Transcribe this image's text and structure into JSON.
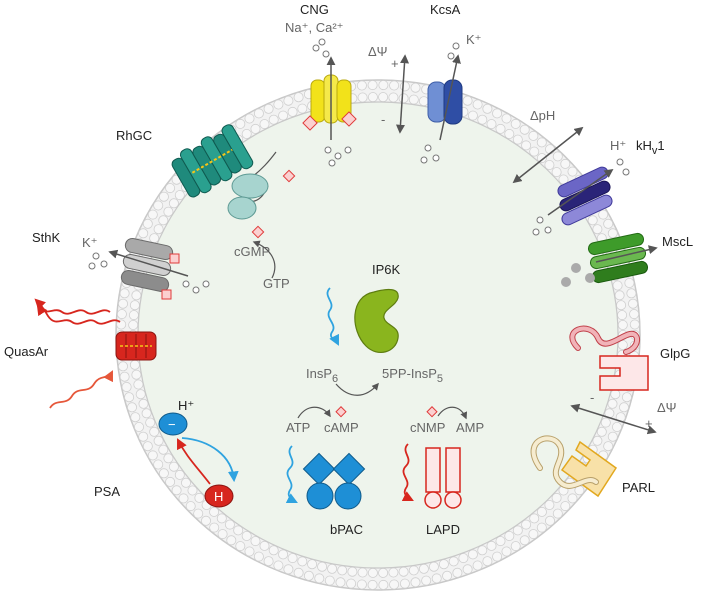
{
  "channels": {
    "cng": {
      "name": "CNG",
      "ions": "Na⁺, Ca²⁺"
    },
    "kcsa": {
      "name": "KcsA",
      "ion": "K⁺"
    },
    "khv1": {
      "name": "kH",
      "sub": "v",
      "suffix": "1",
      "ion": "H⁺"
    },
    "mscl": {
      "name": "MscL"
    },
    "sthk": {
      "name": "SthK",
      "ion": "K⁺"
    }
  },
  "enzymes": {
    "rhgc": {
      "name": "RhGC"
    },
    "ip6k": {
      "name": "IP6K"
    },
    "glpg": {
      "name": "GlpG"
    },
    "parl": {
      "name": "PARL"
    },
    "bpac": {
      "name": "bPAC"
    },
    "lapd": {
      "name": "LAPD"
    }
  },
  "pumps": {
    "quasar": {
      "name": "QuasAr"
    },
    "psa": {
      "name": "PSA",
      "ion": "H⁺",
      "minus": "−",
      "h_mark": "H"
    }
  },
  "gradients": {
    "dpsi_top": {
      "label": "ΔΨ",
      "plus": "+",
      "minus": "-"
    },
    "dph": {
      "label": "ΔpH"
    },
    "dpsi_right": {
      "label": "ΔΨ",
      "plus": "+",
      "minus": "-"
    }
  },
  "reactions": {
    "cgmp": "cGMP",
    "gtp": "GTP",
    "insp6": {
      "base": "InsP",
      "sub": "6"
    },
    "pp_insp5": {
      "base": "5PP-InsP",
      "sub": "5"
    },
    "atp": "ATP",
    "camp": "cAMP",
    "cnmp": "cNMP",
    "amp": "AMP"
  },
  "colors": {
    "cytoplasm": "#eef4ec",
    "membrane_head": "#f2f2f2",
    "membrane_stroke": "#c8c8c8",
    "cng": "#f2e21a",
    "kcsa": "#6f8fd4",
    "khv1": "#6b66c6",
    "mscl": "#3e9b2a",
    "sthk": "#a9a9a9",
    "rhgc": "#1f8a7c",
    "rhgc_light": "#a7d4cf",
    "ip6k": "#8ab51e",
    "glpg": "#f1b3b8",
    "parl": "#f8e1a8",
    "bpac": "#1e8fd6",
    "lapd": "#e03a3a",
    "quasar": "#d7261e",
    "blue_light": "#2fa3e0",
    "red_light": "#e6573a"
  }
}
